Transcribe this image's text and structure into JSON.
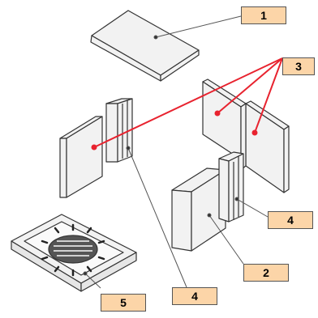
{
  "diagram": {
    "callouts": [
      {
        "id": "1",
        "label": "1"
      },
      {
        "id": "2",
        "label": "2"
      },
      {
        "id": "3",
        "label": "3"
      },
      {
        "id": "4a",
        "label": "4"
      },
      {
        "id": "4b",
        "label": "4"
      },
      {
        "id": "5",
        "label": "5"
      }
    ],
    "colors": {
      "callout_fill": "#fcd5a8",
      "leader_red": "#e8232f",
      "leader_dark": "#555555",
      "part_fill": "#f2f2f2",
      "part_stroke": "#333333"
    }
  }
}
